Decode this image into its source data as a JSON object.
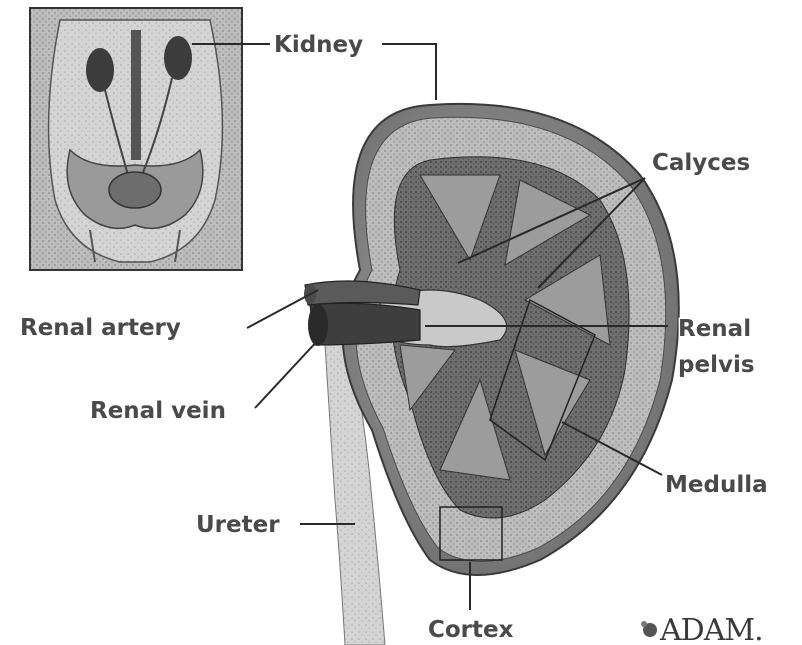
{
  "labels": {
    "kidney": "Kidney",
    "calyces": "Calyces",
    "renal_artery": "Renal artery",
    "renal_pelvis_line1": "Renal",
    "renal_pelvis_line2": "pelvis",
    "renal_vein": "Renal vein",
    "medulla": "Medulla",
    "ureter": "Ureter",
    "cortex": "Cortex"
  },
  "logo": {
    "text": "ADAM."
  }
}
